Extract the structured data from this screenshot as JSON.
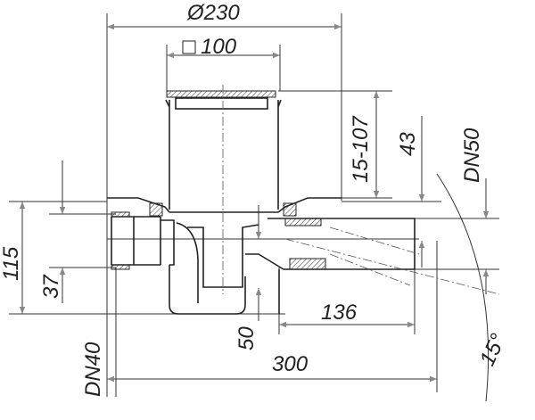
{
  "drawing": {
    "dimensions": {
      "diameter_top": "Ø230",
      "grate_size_symbol": "□",
      "grate_size": "100",
      "height_adjust": "15-107",
      "outlet_height": "43",
      "outlet_dn": "DN50",
      "total_height": "115",
      "inlet_height": "37",
      "inlet_dn": "DN40",
      "trap_seal": "50",
      "outlet_length": "136",
      "total_length": "300",
      "outlet_angle": "15°"
    }
  }
}
